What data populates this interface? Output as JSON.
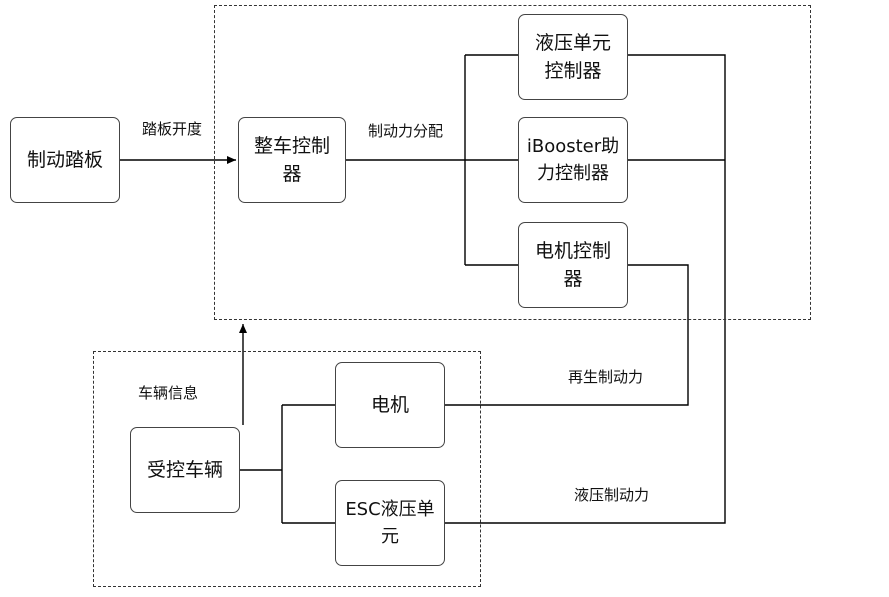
{
  "nodes": {
    "brake_pedal": "制动踏板",
    "vcu": "整车控制器",
    "hydraulic_unit_controller": "液压单元控制器",
    "ibooster_controller": "iBooster助力控制器",
    "motor_controller": "电机控制器",
    "controlled_vehicle": "受控车辆",
    "motor": "电机",
    "esc_hydraulic_unit": "ESC液压单元"
  },
  "edge_labels": {
    "pedal_travel": "踏板开度",
    "brake_force_distribution": "制动力分配",
    "vehicle_info": "车辆信息",
    "regenerative_braking_force": "再生制动力",
    "hydraulic_braking_force": "液压制动力"
  }
}
